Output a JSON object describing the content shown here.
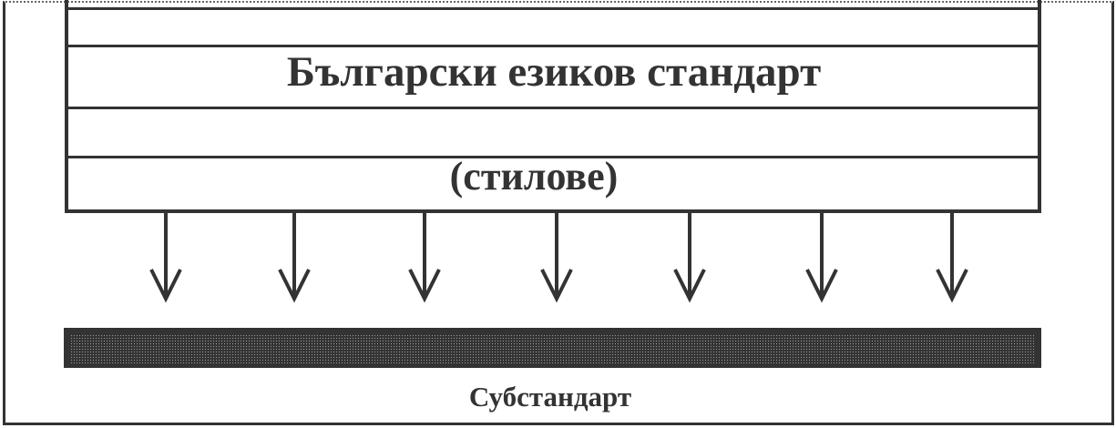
{
  "title": "Български езиков стандарт",
  "subtitle": "(стилове)",
  "bottom_label": "Субстандарт",
  "arrow_count": 7
}
